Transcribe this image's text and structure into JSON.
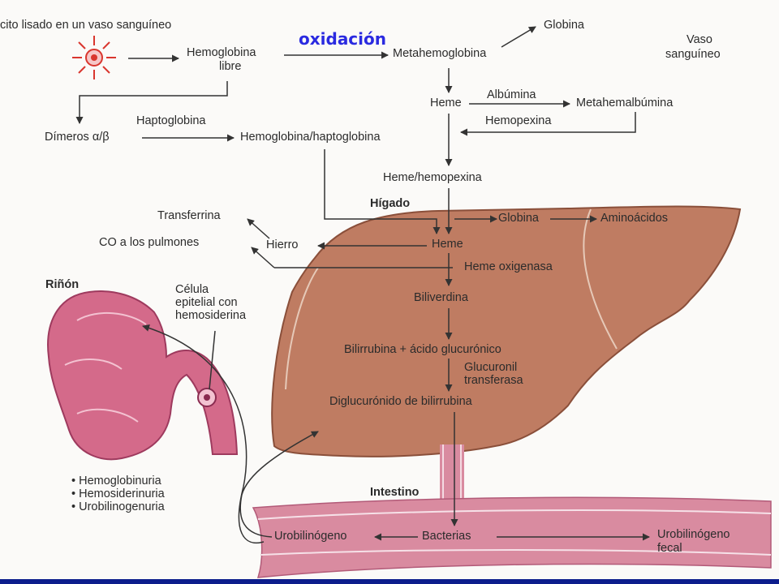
{
  "title": "oxidación",
  "labels": {
    "eritrocito": "cito lisado en un vaso sanguíneo",
    "hb_libre_1": "Hemoglobina",
    "hb_libre_2": "libre",
    "metahemoglobina": "Metahemoglobina",
    "globina_top": "Globina",
    "vaso_1": "Vaso",
    "vaso_2": "sanguíneo",
    "heme_top": "Heme",
    "albumina": "Albúmina",
    "metahemalbumina": "Metahemalbúmina",
    "hemopexina": "Hemopexina",
    "haptoglobina": "Haptoglobina",
    "dimeros": "Dímeros α/β",
    "hb_hapto": "Hemoglobina/haptoglobina",
    "heme_hemopexina": "Heme/hemopexina",
    "higado": "Hígado",
    "globina_liver": "Globina",
    "aminoacidos": "Aminoácidos",
    "transferrina": "Transferrina",
    "co_pulmones": "CO a los pulmones",
    "hierro": "Hierro",
    "heme_liver": "Heme",
    "heme_oxigenasa": "Heme oxigenasa",
    "rinon": "Riñón",
    "celula_1": "Célula",
    "celula_2": "epitelial con",
    "celula_3": "hemosiderina",
    "biliverdina": "Biliverdina",
    "bilirrubina": "Bilirrubina + ácido glucurónico",
    "glucuronil_1": "Glucuronil",
    "glucuronil_2": "transferasa",
    "diglucuronido": "Diglucurónido de bilirrubina",
    "intestino": "Intestino",
    "urobilinogeno": "Urobilinógeno",
    "bacterias": "Bacterias",
    "uro_fecal_1": "Urobilinógeno",
    "uro_fecal_2": "fecal"
  },
  "kidney_items": [
    "Hemoglobinuria",
    "Hemosiderinuria",
    "Urobilinogenuria"
  ],
  "colors": {
    "liver": "#bf7c62",
    "kidney": "#d46a8a",
    "intestine": "#d98ba0",
    "title": "#2a2ae0",
    "arrow": "#333333"
  }
}
